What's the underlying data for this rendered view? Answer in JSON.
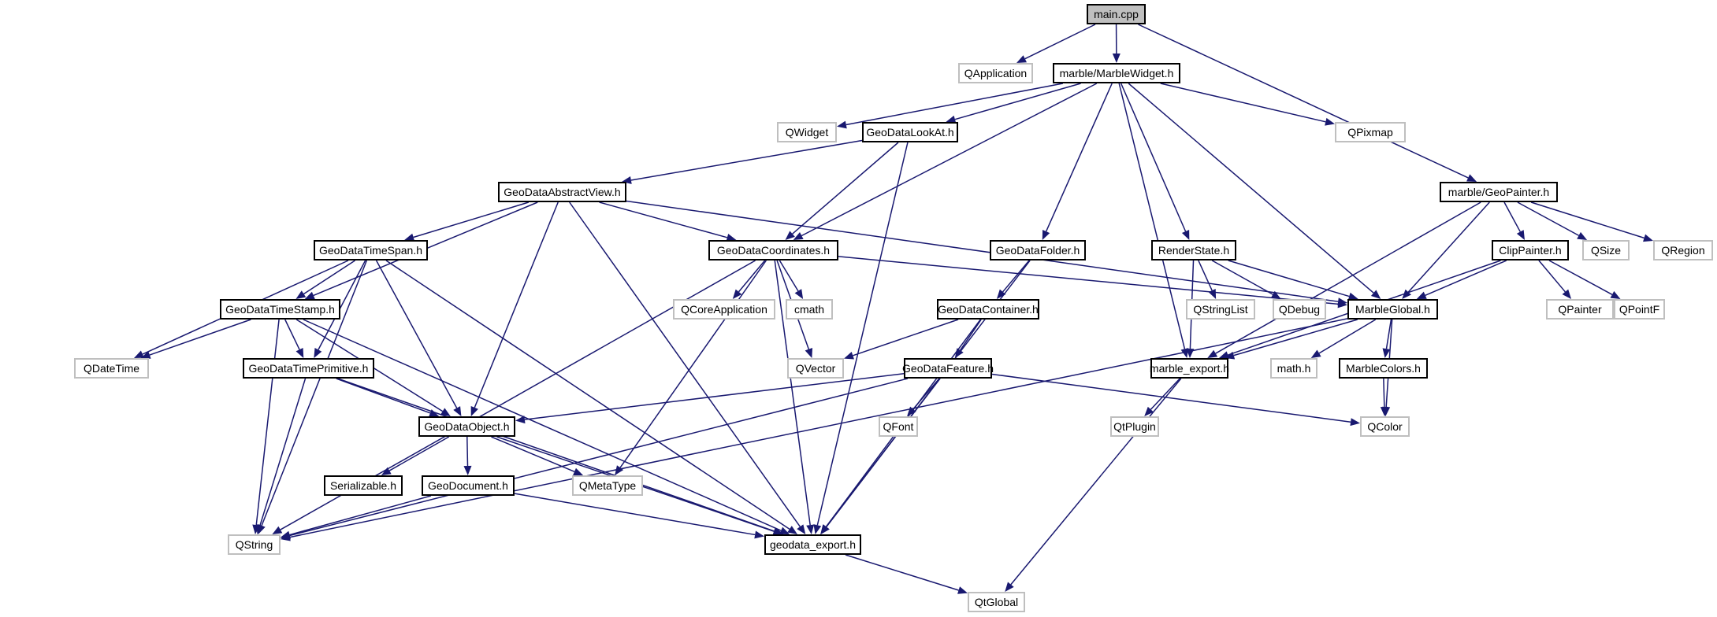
{
  "title": "main.cpp include dependency graph",
  "colors": {
    "edge": "#191970",
    "local_border": "#000000",
    "system_border": "#bfbfbf",
    "root_fill": "#bfbfbf"
  },
  "nodes": [
    {
      "id": "main",
      "label": "main.cpp",
      "kind": "root"
    },
    {
      "id": "qapp",
      "label": "QApplication",
      "kind": "sys"
    },
    {
      "id": "mw",
      "label": "marble/MarbleWidget.h",
      "kind": "local"
    },
    {
      "id": "qwidget",
      "label": "QWidget",
      "kind": "sys"
    },
    {
      "id": "lookat",
      "label": "GeoDataLookAt.h",
      "kind": "local"
    },
    {
      "id": "qpixmap",
      "label": "QPixmap",
      "kind": "sys"
    },
    {
      "id": "gp",
      "label": "marble/GeoPainter.h",
      "kind": "local"
    },
    {
      "id": "absview",
      "label": "GeoDataAbstractView.h",
      "kind": "local"
    },
    {
      "id": "timespan",
      "label": "GeoDataTimeSpan.h",
      "kind": "local"
    },
    {
      "id": "coords",
      "label": "GeoDataCoordinates.h",
      "kind": "local"
    },
    {
      "id": "folder",
      "label": "GeoDataFolder.h",
      "kind": "local"
    },
    {
      "id": "renderstate",
      "label": "RenderState.h",
      "kind": "local"
    },
    {
      "id": "clip",
      "label": "ClipPainter.h",
      "kind": "local"
    },
    {
      "id": "qsize",
      "label": "QSize",
      "kind": "sys"
    },
    {
      "id": "qregion",
      "label": "QRegion",
      "kind": "sys"
    },
    {
      "id": "timestamp",
      "label": "GeoDataTimeStamp.h",
      "kind": "local"
    },
    {
      "id": "qcoreapp",
      "label": "QCoreApplication",
      "kind": "sys"
    },
    {
      "id": "cmath",
      "label": "cmath",
      "kind": "sys"
    },
    {
      "id": "container",
      "label": "GeoDataContainer.h",
      "kind": "local"
    },
    {
      "id": "qstringlist",
      "label": "QStringList",
      "kind": "sys"
    },
    {
      "id": "qdebug",
      "label": "QDebug",
      "kind": "sys"
    },
    {
      "id": "mglobal",
      "label": "MarbleGlobal.h",
      "kind": "local"
    },
    {
      "id": "qpainter",
      "label": "QPainter",
      "kind": "sys"
    },
    {
      "id": "qpointf",
      "label": "QPointF",
      "kind": "sys"
    },
    {
      "id": "qdatetime",
      "label": "QDateTime",
      "kind": "sys"
    },
    {
      "id": "timeprim",
      "label": "GeoDataTimePrimitive.h",
      "kind": "local"
    },
    {
      "id": "qvector",
      "label": "QVector",
      "kind": "sys"
    },
    {
      "id": "feature",
      "label": "GeoDataFeature.h",
      "kind": "local"
    },
    {
      "id": "mexport",
      "label": "marble_export.h",
      "kind": "local"
    },
    {
      "id": "mathh",
      "label": "math.h",
      "kind": "sys"
    },
    {
      "id": "mcolors",
      "label": "MarbleColors.h",
      "kind": "local"
    },
    {
      "id": "object",
      "label": "GeoDataObject.h",
      "kind": "local"
    },
    {
      "id": "qfont",
      "label": "QFont",
      "kind": "sys"
    },
    {
      "id": "qtplugin",
      "label": "QtPlugin",
      "kind": "sys"
    },
    {
      "id": "qcolor",
      "label": "QColor",
      "kind": "sys"
    },
    {
      "id": "serial",
      "label": "Serializable.h",
      "kind": "local"
    },
    {
      "id": "geodoc",
      "label": "GeoDocument.h",
      "kind": "local"
    },
    {
      "id": "qmetatype",
      "label": "QMetaType",
      "kind": "sys"
    },
    {
      "id": "qstring",
      "label": "QString",
      "kind": "sys"
    },
    {
      "id": "gexport",
      "label": "geodata_export.h",
      "kind": "local"
    },
    {
      "id": "qtglobal",
      "label": "QtGlobal",
      "kind": "sys"
    }
  ],
  "edges": [
    [
      "main",
      "qapp"
    ],
    [
      "main",
      "mw"
    ],
    [
      "main",
      "gp"
    ],
    [
      "mw",
      "qwidget"
    ],
    [
      "mw",
      "lookat"
    ],
    [
      "mw",
      "qpixmap"
    ],
    [
      "mw",
      "coords"
    ],
    [
      "mw",
      "folder"
    ],
    [
      "mw",
      "renderstate"
    ],
    [
      "mw",
      "mglobal"
    ],
    [
      "mw",
      "mexport"
    ],
    [
      "lookat",
      "absview"
    ],
    [
      "lookat",
      "coords"
    ],
    [
      "lookat",
      "gexport"
    ],
    [
      "gp",
      "mglobal"
    ],
    [
      "gp",
      "clip"
    ],
    [
      "gp",
      "qsize"
    ],
    [
      "gp",
      "qregion"
    ],
    [
      "gp",
      "mexport"
    ],
    [
      "absview",
      "timespan"
    ],
    [
      "absview",
      "timestamp"
    ],
    [
      "absview",
      "coords"
    ],
    [
      "absview",
      "object"
    ],
    [
      "absview",
      "gexport"
    ],
    [
      "absview",
      "mglobal"
    ],
    [
      "timespan",
      "timestamp"
    ],
    [
      "timespan",
      "timeprim"
    ],
    [
      "timespan",
      "object"
    ],
    [
      "timespan",
      "qdatetime"
    ],
    [
      "timespan",
      "qstring"
    ],
    [
      "timespan",
      "gexport"
    ],
    [
      "coords",
      "qcoreapp"
    ],
    [
      "coords",
      "cmath"
    ],
    [
      "coords",
      "qvector"
    ],
    [
      "coords",
      "qmetatype"
    ],
    [
      "coords",
      "mglobal"
    ],
    [
      "coords",
      "qstring"
    ],
    [
      "coords",
      "gexport"
    ],
    [
      "folder",
      "container"
    ],
    [
      "folder",
      "gexport"
    ],
    [
      "renderstate",
      "qstringlist"
    ],
    [
      "renderstate",
      "qdebug"
    ],
    [
      "renderstate",
      "mglobal"
    ],
    [
      "renderstate",
      "mexport"
    ],
    [
      "clip",
      "mglobal"
    ],
    [
      "clip",
      "qpainter"
    ],
    [
      "clip",
      "qpointf"
    ],
    [
      "clip",
      "mexport"
    ],
    [
      "timestamp",
      "qdatetime"
    ],
    [
      "timestamp",
      "timeprim"
    ],
    [
      "timestamp",
      "object"
    ],
    [
      "timestamp",
      "qstring"
    ],
    [
      "timestamp",
      "gexport"
    ],
    [
      "container",
      "feature"
    ],
    [
      "container",
      "qvector"
    ],
    [
      "container",
      "gexport"
    ],
    [
      "mglobal",
      "mexport"
    ],
    [
      "mglobal",
      "mathh"
    ],
    [
      "mglobal",
      "mcolors"
    ],
    [
      "mglobal",
      "qcolor"
    ],
    [
      "mglobal",
      "qstring"
    ],
    [
      "timeprim",
      "object"
    ],
    [
      "timeprim",
      "qstring"
    ],
    [
      "timeprim",
      "gexport"
    ],
    [
      "feature",
      "object"
    ],
    [
      "feature",
      "qfont"
    ],
    [
      "feature",
      "qcolor"
    ],
    [
      "feature",
      "qstring"
    ],
    [
      "feature",
      "gexport"
    ],
    [
      "mexport",
      "qtplugin"
    ],
    [
      "mexport",
      "qtglobal"
    ],
    [
      "mcolors",
      "qcolor"
    ],
    [
      "object",
      "serial"
    ],
    [
      "object",
      "geodoc"
    ],
    [
      "object",
      "qmetatype"
    ],
    [
      "object",
      "gexport"
    ],
    [
      "geodoc",
      "qstring"
    ],
    [
      "geodoc",
      "gexport"
    ],
    [
      "gexport",
      "qtglobal"
    ]
  ]
}
